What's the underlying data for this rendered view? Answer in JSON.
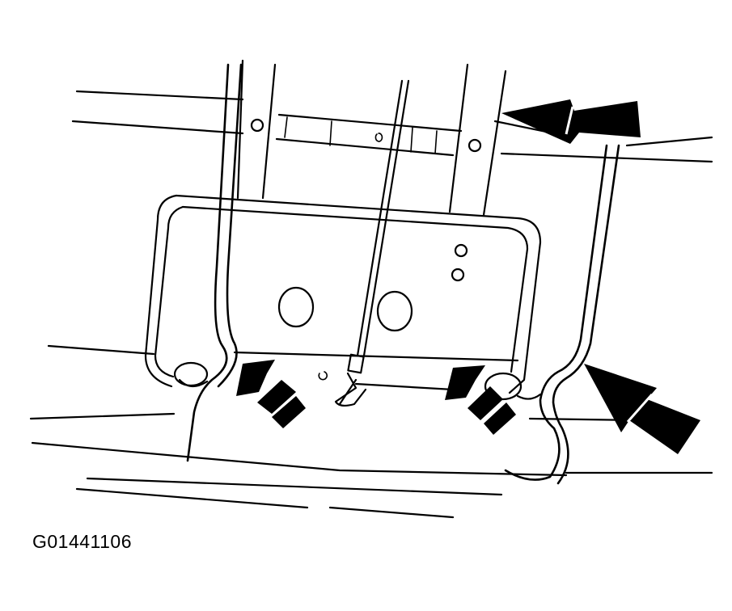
{
  "figure_id": "G01441106",
  "colors": {
    "ink": "#000000",
    "paper": "#ffffff"
  },
  "callouts": [
    {
      "name": "arrow-top-right",
      "style": "solid"
    },
    {
      "name": "arrow-right-wire",
      "style": "solid"
    },
    {
      "name": "arrow-left-clip",
      "style": "dashed"
    },
    {
      "name": "arrow-right-clip",
      "style": "dashed"
    }
  ]
}
